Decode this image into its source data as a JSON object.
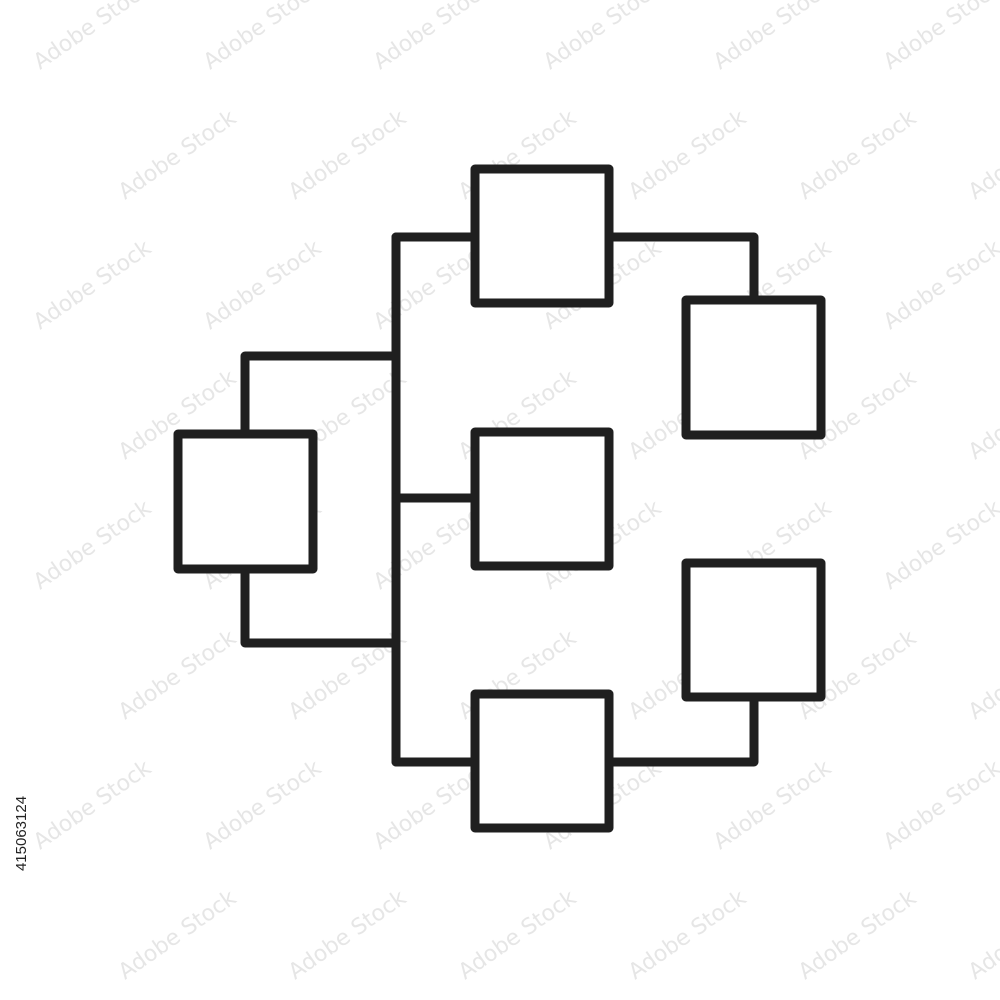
{
  "diagram": {
    "type": "flowchart-hierarchy-icon",
    "style": "line-art outline",
    "node_count": 6,
    "nodes": [
      {
        "id": "root"
      },
      {
        "id": "top-middle"
      },
      {
        "id": "center-middle"
      },
      {
        "id": "bottom-middle"
      },
      {
        "id": "top-right"
      },
      {
        "id": "bottom-right"
      }
    ],
    "edges": [
      {
        "from": "root",
        "to": "top-middle"
      },
      {
        "from": "root",
        "to": "center-middle"
      },
      {
        "from": "root",
        "to": "bottom-middle"
      },
      {
        "from": "top-middle",
        "to": "top-right"
      },
      {
        "from": "bottom-middle",
        "to": "bottom-right"
      }
    ]
  },
  "colors": {
    "stroke": "#1f1f1f",
    "background": "#ffffff",
    "watermark": "#e6e6e6"
  },
  "stock_id": "415063124",
  "watermark": {
    "text": "Adobe Stock"
  }
}
